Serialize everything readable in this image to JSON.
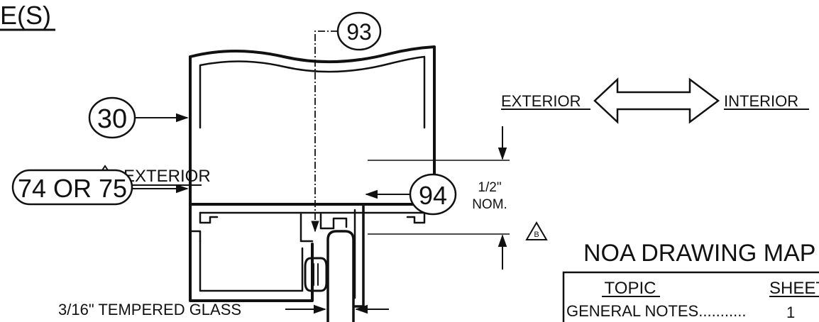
{
  "header": {
    "fragment": "E(S)"
  },
  "callouts": {
    "c93": "93",
    "c30": "30",
    "c74": "74 OR 75",
    "c94": "94"
  },
  "revision": {
    "mark": "B"
  },
  "labels": {
    "exterior_left": "EXTERIOR",
    "exterior_right": "EXTERIOR",
    "interior": "INTERIOR",
    "dim_value": "1/2\"",
    "dim_nom": "NOM.",
    "glass": "3/16\" TEMPERED GLASS"
  },
  "drawing_map": {
    "title": "NOA DRAWING MAP",
    "col_topic": "TOPIC",
    "col_sheet": "SHEET",
    "rows": [
      {
        "topic": "GENERAL NOTES...........",
        "sheet": "1"
      }
    ]
  }
}
